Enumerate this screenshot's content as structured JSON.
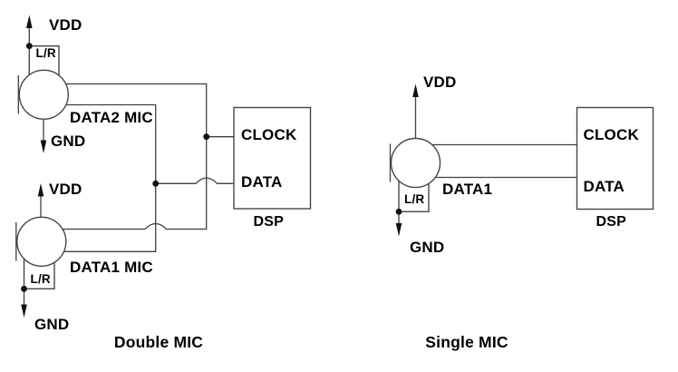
{
  "palette": {
    "background": "#ffffff",
    "line_color": "#404040",
    "text_color": "#000000"
  },
  "diagrams": {
    "double": {
      "title": "Double MIC",
      "mic2": {
        "name": "DATA2 MIC",
        "vdd": "VDD",
        "gnd": "GND",
        "lr": "L/R"
      },
      "mic1": {
        "name": "DATA1 MIC",
        "vdd": "VDD",
        "gnd": "GND",
        "lr": "L/R"
      },
      "dsp": {
        "clock_pin": "CLOCK",
        "data_pin": "DATA",
        "label": "DSP"
      }
    },
    "single": {
      "title": "Single MIC",
      "mic1": {
        "name": "DATA1",
        "vdd": "VDD",
        "gnd": "GND",
        "lr": "L/R"
      },
      "dsp": {
        "clock_pin": "CLOCK",
        "data_pin": "DATA",
        "label": "DSP"
      }
    }
  }
}
